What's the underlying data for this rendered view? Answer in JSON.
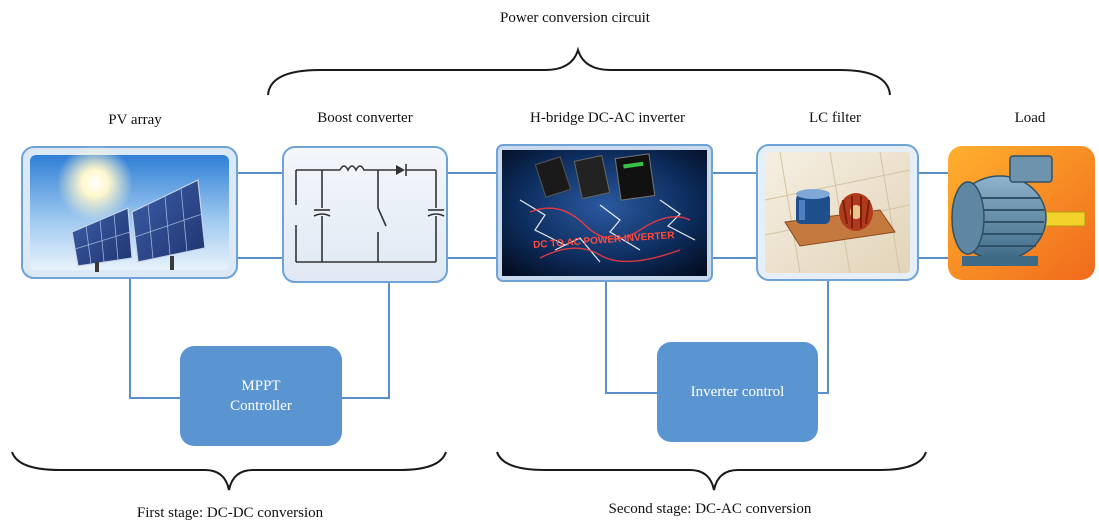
{
  "header": {
    "title": "Power conversion circuit"
  },
  "blocks": {
    "pv": {
      "label": "PV array"
    },
    "boost": {
      "label": "Boost converter"
    },
    "inverter": {
      "label": "H-bridge DC-AC inverter",
      "image_text": "DC TO AC POWER INVERTER"
    },
    "lc": {
      "label": "LC filter"
    },
    "load": {
      "label": "Load"
    }
  },
  "controllers": {
    "mppt": {
      "line1": "MPPT",
      "line2": "Controller"
    },
    "inverter_control": {
      "label": "Inverter control"
    }
  },
  "stages": {
    "first": "First stage: DC-DC conversion",
    "second": "Second stage: DC-AC conversion"
  },
  "colors": {
    "line": "#5b8fc9",
    "controller_fill": "#5b95d1",
    "box_border": "#6fa3d6",
    "brace": "#1a1a1a"
  }
}
